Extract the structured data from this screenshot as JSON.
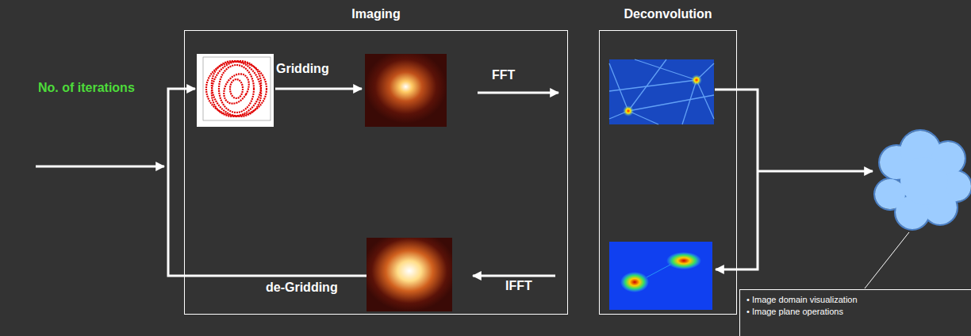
{
  "diagram": {
    "nodes": [
      {
        "text": [
          "Imaging"
        ]
      },
      {
        "text": [
          "Deconvolution"
        ]
      },
      {
        "text": [
          "• Image domain visualization",
          "• Image plane operations"
        ]
      }
    ],
    "labels": [
      "No. of iterations",
      "Gridding",
      "FFT",
      "IFFT",
      "de-Gridding"
    ]
  }
}
